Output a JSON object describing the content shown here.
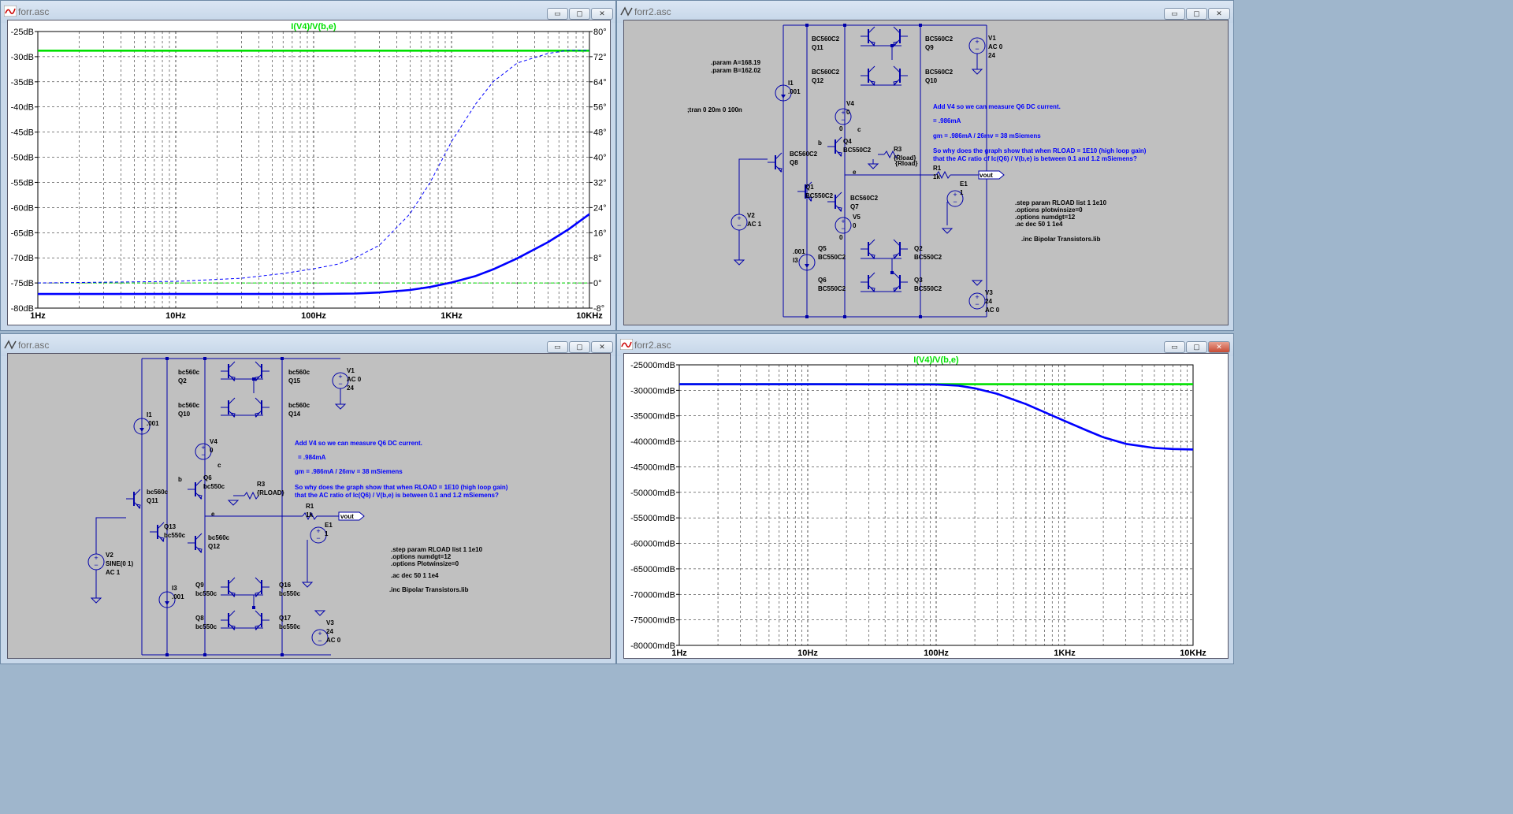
{
  "windows": {
    "plot1": {
      "title": "forr.asc"
    },
    "sch2": {
      "title": "forr2.asc"
    },
    "sch1": {
      "title": "forr.asc"
    },
    "plot2": {
      "title": "forr2.asc"
    }
  },
  "window_controls": {
    "minimize": "▭",
    "maximize": "▢",
    "close": "✕"
  },
  "colors": {
    "trace_green": "#00e000",
    "trace_blue": "#0000ff",
    "schematic_bg": "#c0c0c0",
    "wire": "#0000aa",
    "grid": "#000000"
  },
  "icons": {
    "app": "ltspice-waveform-icon"
  },
  "chart_data": [
    {
      "type": "line",
      "window": "plot1",
      "title": "I(V4)/V(b,e)",
      "x_ticks": [
        "1Hz",
        "10Hz",
        "100Hz",
        "1KHz",
        "10KHz"
      ],
      "x_scale": "log",
      "xlim": [
        1,
        10000
      ],
      "y_left_ticks": [
        "-25dB",
        "-30dB",
        "-35dB",
        "-40dB",
        "-45dB",
        "-50dB",
        "-55dB",
        "-60dB",
        "-65dB",
        "-70dB",
        "-75dB",
        "-80dB"
      ],
      "ylim_left": [
        -80,
        -25
      ],
      "y_right_ticks": [
        "80°",
        "72°",
        "64°",
        "56°",
        "48°",
        "40°",
        "32°",
        "24°",
        "16°",
        "8°",
        "0°",
        "-8°"
      ],
      "ylim_right": [
        -8,
        80
      ],
      "grid": true,
      "series": [
        {
          "name": "I(V4)/V(b,e)",
          "color": "#00e000",
          "style": "solid",
          "axis": "left",
          "x": [
            1,
            10000
          ],
          "y": [
            -28.8,
            -28.8
          ]
        },
        {
          "color": "#00e000",
          "style": "dashed",
          "axis": "right",
          "x": [
            1,
            10000
          ],
          "y": [
            0,
            0
          ]
        },
        {
          "color": "#0000ff",
          "style": "solid",
          "axis": "left",
          "x": [
            1,
            10,
            100,
            200,
            300,
            500,
            700,
            1000,
            1500,
            2000,
            3000,
            5000,
            7000,
            10000
          ],
          "y": [
            -77.2,
            -77.2,
            -77.2,
            -77.1,
            -76.9,
            -76.4,
            -75.8,
            -74.9,
            -73.6,
            -72.3,
            -70.1,
            -66.9,
            -64.4,
            -61.3
          ]
        },
        {
          "color": "#0000ff",
          "style": "dashed",
          "axis": "right",
          "x": [
            1,
            10,
            30,
            60,
            100,
            150,
            200,
            300,
            500,
            700,
            1000,
            1500,
            2000,
            3000,
            5000,
            7000,
            10000
          ],
          "y": [
            0,
            0.5,
            1.5,
            3,
            4.5,
            6,
            8,
            12,
            22,
            32,
            45,
            57,
            64,
            70,
            73,
            74,
            74
          ]
        }
      ]
    },
    {
      "type": "line",
      "window": "plot2",
      "title": "I(V4)/V(b,e)",
      "x_ticks": [
        "1Hz",
        "10Hz",
        "100Hz",
        "1KHz",
        "10KHz"
      ],
      "x_scale": "log",
      "xlim": [
        1,
        10000
      ],
      "y_left_ticks": [
        "-25000mdB",
        "-30000mdB",
        "-35000mdB",
        "-40000mdB",
        "-45000mdB",
        "-50000mdB",
        "-55000mdB",
        "-60000mdB",
        "-65000mdB",
        "-70000mdB",
        "-75000mdB",
        "-80000mdB"
      ],
      "ylim_left": [
        -80000,
        -25000
      ],
      "grid": true,
      "series": [
        {
          "name": "I(V4)/V(b,e)",
          "color": "#00e000",
          "style": "solid",
          "x": [
            1,
            10000
          ],
          "y": [
            -28800,
            -28800
          ]
        },
        {
          "color": "#0000ff",
          "style": "solid",
          "x": [
            1,
            10,
            100,
            150,
            200,
            300,
            500,
            700,
            1000,
            1500,
            2000,
            3000,
            5000,
            7000,
            10000
          ],
          "y": [
            -28800,
            -28800,
            -28850,
            -29100,
            -29600,
            -30700,
            -32700,
            -34300,
            -36000,
            -37900,
            -39200,
            -40500,
            -41300,
            -41500,
            -41600
          ]
        }
      ]
    }
  ],
  "schematic_top": {
    "parts": [
      {
        "id": "q11",
        "lines": [
          "BC560C2",
          "Q11"
        ]
      },
      {
        "id": "q9",
        "lines": [
          "BC560C2",
          "Q9"
        ]
      },
      {
        "id": "q12",
        "lines": [
          "BC560C2",
          "Q12"
        ]
      },
      {
        "id": "q10",
        "lines": [
          "BC560C2",
          "Q10"
        ]
      },
      {
        "id": "v1",
        "lines": [
          "V1",
          "AC 0",
          "24"
        ]
      },
      {
        "id": "i1",
        "lines": [
          "I1",
          ".001"
        ]
      },
      {
        "id": "v4",
        "lines": [
          "V4",
          "0"
        ]
      },
      {
        "id": "q4",
        "lines": [
          "Q4",
          "BC550C2"
        ]
      },
      {
        "id": "q8",
        "lines": [
          "BC560C2",
          "Q8"
        ]
      },
      {
        "id": "r3",
        "lines": [
          "R3",
          "{Rload}"
        ]
      },
      {
        "id": "r1",
        "lines": [
          "R1",
          "1k"
        ]
      },
      {
        "id": "q1",
        "lines": [
          "Q1",
          "BC550C2"
        ]
      },
      {
        "id": "q7",
        "lines": [
          "BC560C2",
          "Q7"
        ]
      },
      {
        "id": "v5",
        "lines": [
          "V5",
          "0"
        ]
      },
      {
        "id": "e1",
        "lines": [
          "E1",
          "1"
        ]
      },
      {
        "id": "v2",
        "lines": [
          "V2",
          "AC 1"
        ]
      },
      {
        "id": "i3",
        "lines": [
          ".001",
          "I3"
        ]
      },
      {
        "id": "q5",
        "lines": [
          "Q5",
          "BC550C2"
        ]
      },
      {
        "id": "q2",
        "lines": [
          "Q2",
          "BC550C2"
        ]
      },
      {
        "id": "q6",
        "lines": [
          "Q6",
          "BC550C2"
        ]
      },
      {
        "id": "q3",
        "lines": [
          "Q3",
          "BC550C2"
        ]
      },
      {
        "id": "v3",
        "lines": [
          "V3",
          "24",
          "AC 0"
        ]
      }
    ],
    "nets": {
      "b": "b",
      "c": "c",
      "e": "e",
      "vout": "vout"
    },
    "directives": [
      ".param A=168.19",
      ".param B=162.02",
      ";tran 0 20m 0 100n",
      ".step param RLOAD list 1 1e10",
      ".options plotwinsize=0",
      ".options numdgt=12",
      ".ac dec 50 1 1e4",
      ".inc Bipolar Transistors.lib"
    ],
    "comments": [
      "Add V4 so we can measure Q6 DC current.",
      "= .986mA",
      "gm = .986mA / 26mv = 38 mSiemens",
      "So why does the graph show that when RLOAD = 1E10 (high loop gain)",
      "that the AC ratio of Ic(Q6) / V(b,e) is between 0.1 and 1.2 mSiemens?"
    ]
  },
  "schematic_bottom": {
    "parts": [
      {
        "id": "q2",
        "lines": [
          "bc560c",
          "Q2"
        ]
      },
      {
        "id": "q15",
        "lines": [
          "bc560c",
          "Q15"
        ]
      },
      {
        "id": "q10",
        "lines": [
          "bc560c",
          "Q10"
        ]
      },
      {
        "id": "q14",
        "lines": [
          "bc560c",
          "Q14"
        ]
      },
      {
        "id": "v1",
        "lines": [
          "V1",
          "AC 0",
          "24"
        ]
      },
      {
        "id": "i1",
        "lines": [
          "I1",
          ".001"
        ]
      },
      {
        "id": "v4",
        "lines": [
          "V4",
          "0"
        ]
      },
      {
        "id": "q6",
        "lines": [
          "Q6",
          "bc550c"
        ]
      },
      {
        "id": "q11",
        "lines": [
          "bc560c",
          "Q11"
        ]
      },
      {
        "id": "r3",
        "lines": [
          "R3",
          "{RLOAD}"
        ]
      },
      {
        "id": "r1",
        "lines": [
          "R1",
          "1k"
        ]
      },
      {
        "id": "q13",
        "lines": [
          "Q13",
          "bc550c"
        ]
      },
      {
        "id": "q12",
        "lines": [
          "bc560c",
          "Q12"
        ]
      },
      {
        "id": "e1",
        "lines": [
          "E1",
          "1"
        ]
      },
      {
        "id": "v2",
        "lines": [
          "V2",
          "SINE(0 1)",
          "AC 1"
        ]
      },
      {
        "id": "i3",
        "lines": [
          "I3",
          ".001"
        ]
      },
      {
        "id": "q9",
        "lines": [
          "Q9",
          "bc550c"
        ]
      },
      {
        "id": "q16",
        "lines": [
          "Q16",
          "bc550c"
        ]
      },
      {
        "id": "q8",
        "lines": [
          "Q8",
          "bc550c"
        ]
      },
      {
        "id": "q17",
        "lines": [
          "Q17",
          "bc550c"
        ]
      },
      {
        "id": "v3",
        "lines": [
          "V3",
          "24",
          "AC 0"
        ]
      }
    ],
    "nets": {
      "b": "b",
      "c": "c",
      "e": "e",
      "vout": "vout"
    },
    "directives": [
      ".step param RLOAD list 1 1e10",
      ".options numdgt=12",
      ".options Plotwinsize=0",
      ".ac dec 50 1 1e4",
      ".inc Bipolar Transistors.lib"
    ],
    "comments": [
      "Add V4 so we can measure Q6 DC current.",
      "= .984mA",
      "gm = .986mA / 26mv = 38 mSiemens",
      "So why does the graph show that when RLOAD = 1E10 (high loop gain)",
      "that the AC ratio of Ic(Q6) / V(b,e) is between 0.1 and 1.2 mSiemens?"
    ]
  }
}
